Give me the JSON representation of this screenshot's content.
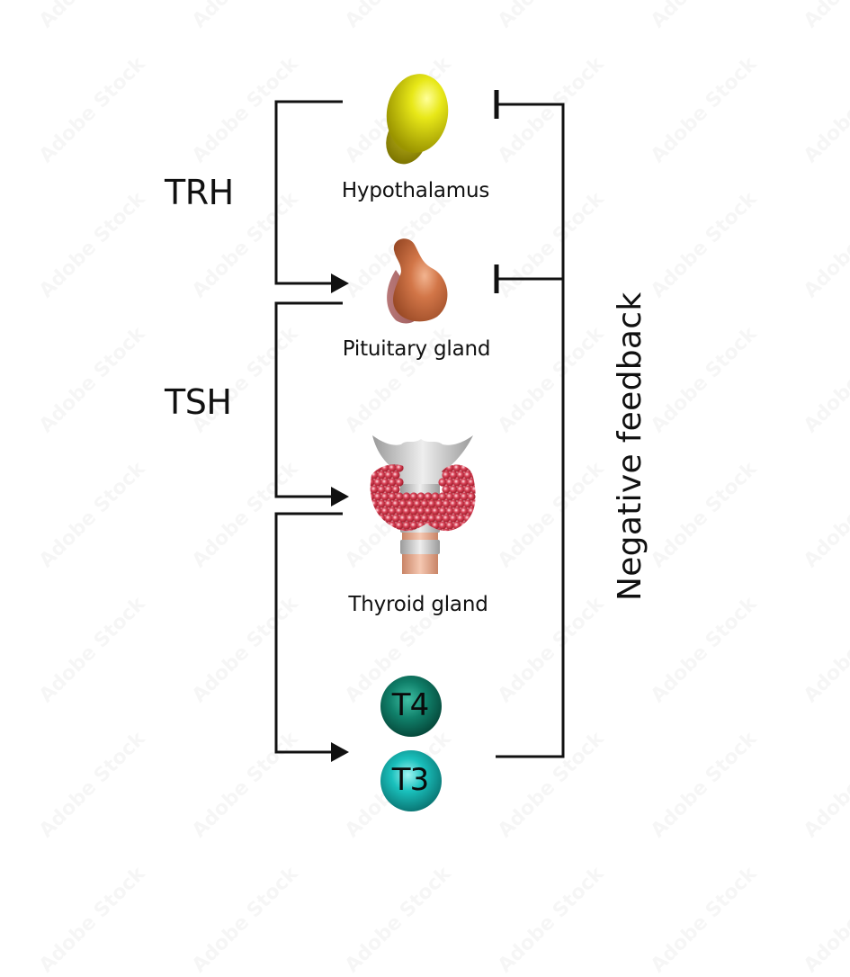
{
  "diagram": {
    "title": "Hypothalamic-pituitary-thyroid axis",
    "nodes": [
      {
        "id": "hypothalamus",
        "label": "Hypothalamus",
        "icon": "hypothalamus-icon",
        "color": "#d8d800"
      },
      {
        "id": "pituitary",
        "label": "Pituitary gland",
        "icon": "pituitary-gland-icon",
        "color": "#c8683e"
      },
      {
        "id": "thyroid",
        "label": "Thyroid gland",
        "icon": "thyroid-gland-icon",
        "color": "#c8283a"
      },
      {
        "id": "hormones",
        "label": "",
        "icon": "thyroid-hormones-icon"
      }
    ],
    "hormones": {
      "t4": {
        "label": "T4",
        "color": "#0f7a66"
      },
      "t3": {
        "label": "T3",
        "color": "#16b5b2"
      }
    },
    "signals": [
      {
        "label": "TRH",
        "from": "hypothalamus",
        "to": "pituitary",
        "type": "stimulation"
      },
      {
        "label": "TSH",
        "from": "pituitary",
        "to": "thyroid",
        "type": "stimulation"
      },
      {
        "label": "",
        "from": "thyroid",
        "to": "hormones",
        "type": "stimulation"
      }
    ],
    "feedback": {
      "label": "Negative feedback",
      "from": "hormones",
      "targets": [
        "hypothalamus",
        "pituitary"
      ],
      "type": "inhibition"
    },
    "line_color": "#111111",
    "watermark": "Adobe Stock"
  }
}
